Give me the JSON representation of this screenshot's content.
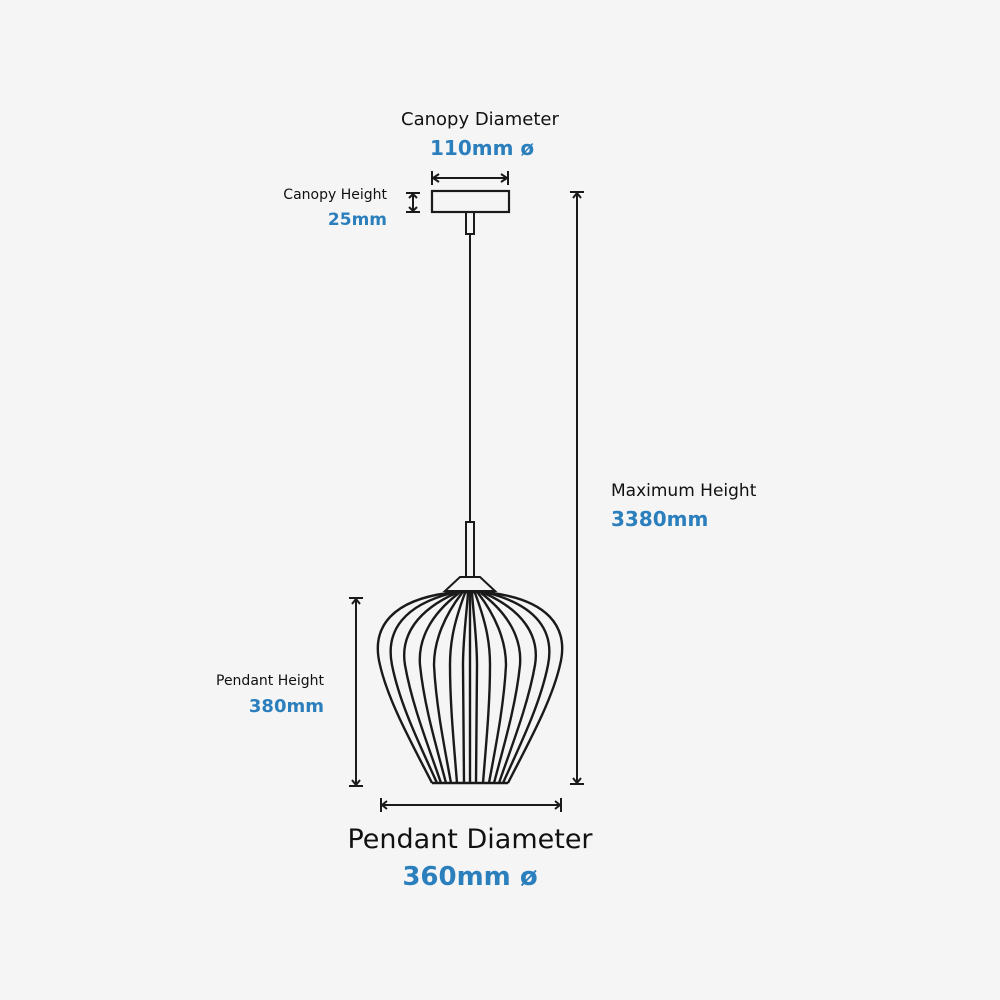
{
  "colors": {
    "background": "#f5f5f5",
    "label": "#111111",
    "value": "#2b7fbd",
    "line": "#1a1a1a"
  },
  "canopy_diameter": {
    "label": "Canopy Diameter",
    "value": "110mm ø"
  },
  "canopy_height": {
    "label": "Canopy Height",
    "value": "25mm"
  },
  "maximum_height": {
    "label": "Maximum Height",
    "value": "3380mm"
  },
  "pendant_height": {
    "label": "Pendant Height",
    "value": "380mm"
  },
  "pendant_diameter": {
    "label": "Pendant Diameter",
    "value": "360mm ø"
  }
}
